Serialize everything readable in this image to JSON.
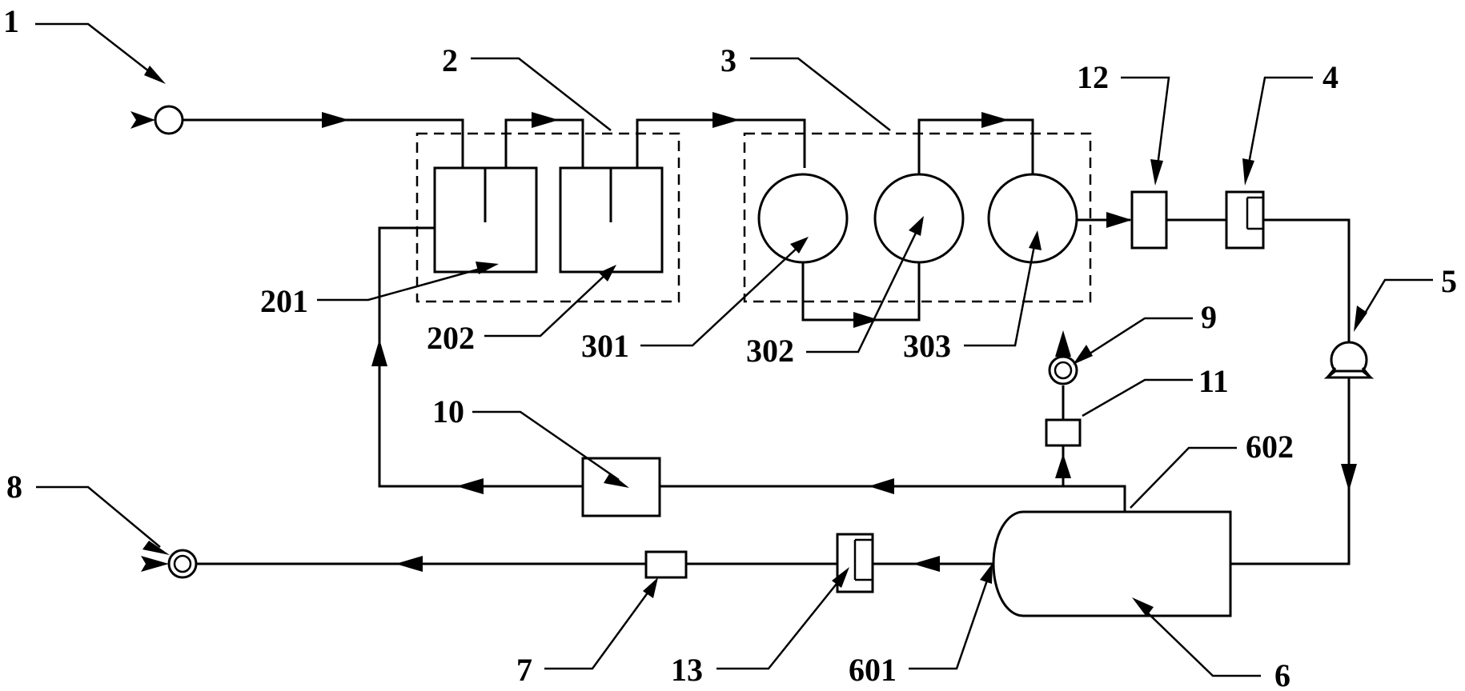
{
  "labels": {
    "l1": "1",
    "l2": "2",
    "l3": "3",
    "l4": "4",
    "l5": "5",
    "l6": "6",
    "l7": "7",
    "l8": "8",
    "l9": "9",
    "l10": "10",
    "l11": "11",
    "l12": "12",
    "l13": "13",
    "l201": "201",
    "l202": "202",
    "l301": "301",
    "l302": "302",
    "l303": "303",
    "l601": "601",
    "l602": "602"
  }
}
